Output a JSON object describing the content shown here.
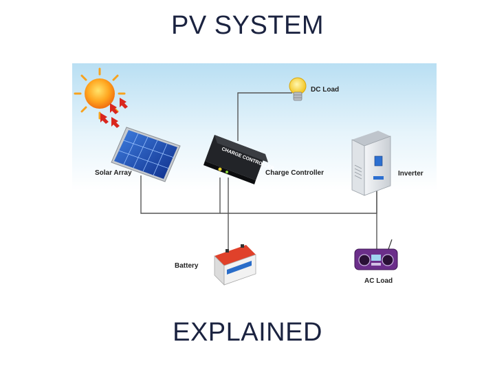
{
  "header": {
    "title": "PV SYSTEM"
  },
  "footer": {
    "subtitle": "EXPLAINED"
  },
  "components": {
    "solar_array": "Solar Array",
    "charge_controller": "Charge Controller",
    "controller_face": "CHARGE CONTROLLER",
    "dc_load": "DC Load",
    "inverter": "Inverter",
    "battery": "Battery",
    "ac_load": "AC Load"
  },
  "colors": {
    "title": "#1b2340",
    "sky_top": "#b9dff3",
    "wire": "#555555",
    "battery_top": "#e0412a",
    "radio": "#6b2e8a"
  },
  "icons": [
    "sun-icon",
    "solar-panel-icon",
    "charge-controller-icon",
    "light-bulb-icon",
    "inverter-icon",
    "battery-icon",
    "radio-icon"
  ]
}
